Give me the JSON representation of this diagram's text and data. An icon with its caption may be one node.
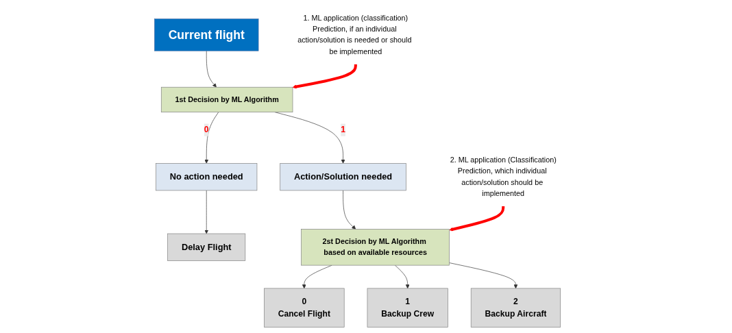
{
  "diagram": {
    "nodes": [
      {
        "text": [
          "Current flight"
        ]
      },
      {
        "text": [
          "1st Decision by ML Algorithm"
        ]
      },
      {
        "text": [
          "No action needed"
        ]
      },
      {
        "text": [
          "Action/Solution needed"
        ]
      },
      {
        "text": [
          "Delay Flight"
        ]
      },
      {
        "text": [
          "2st Decision by ML Algorithm based on available resources"
        ]
      },
      {
        "text": [
          "0",
          "Cancel Flight"
        ]
      },
      {
        "text": [
          "1",
          "Backup Crew"
        ]
      },
      {
        "text": [
          "2",
          "Backup Aircraft"
        ]
      },
      {
        "text": [
          "1. ML application (classification)",
          "Prediction, if an individual action/solution is needed or should be implemented"
        ]
      },
      {
        "text": [
          "2. ML application (Classification)",
          "Prediction, which individual action/solution should be implemented"
        ]
      }
    ],
    "edges": [
      {
        "from": 0,
        "to": 1,
        "arrow": "to"
      },
      {
        "from": 1,
        "to": 2,
        "arrow": "to",
        "label": "0"
      },
      {
        "from": 1,
        "to": 3,
        "arrow": "to",
        "label": "1"
      },
      {
        "from": 2,
        "to": 4,
        "arrow": "to"
      },
      {
        "from": 3,
        "to": 5,
        "arrow": "to"
      },
      {
        "from": 5,
        "to": 6,
        "arrow": "to"
      },
      {
        "from": 5,
        "to": 7,
        "arrow": "to"
      },
      {
        "from": 5,
        "to": 8,
        "arrow": "to"
      },
      {
        "from": 9,
        "to": 1,
        "arrow": "to",
        "style": "thick",
        "color": "#ff0000"
      },
      {
        "from": 10,
        "to": 5,
        "arrow": "to",
        "style": "thick",
        "color": "#ff0000"
      }
    ]
  }
}
